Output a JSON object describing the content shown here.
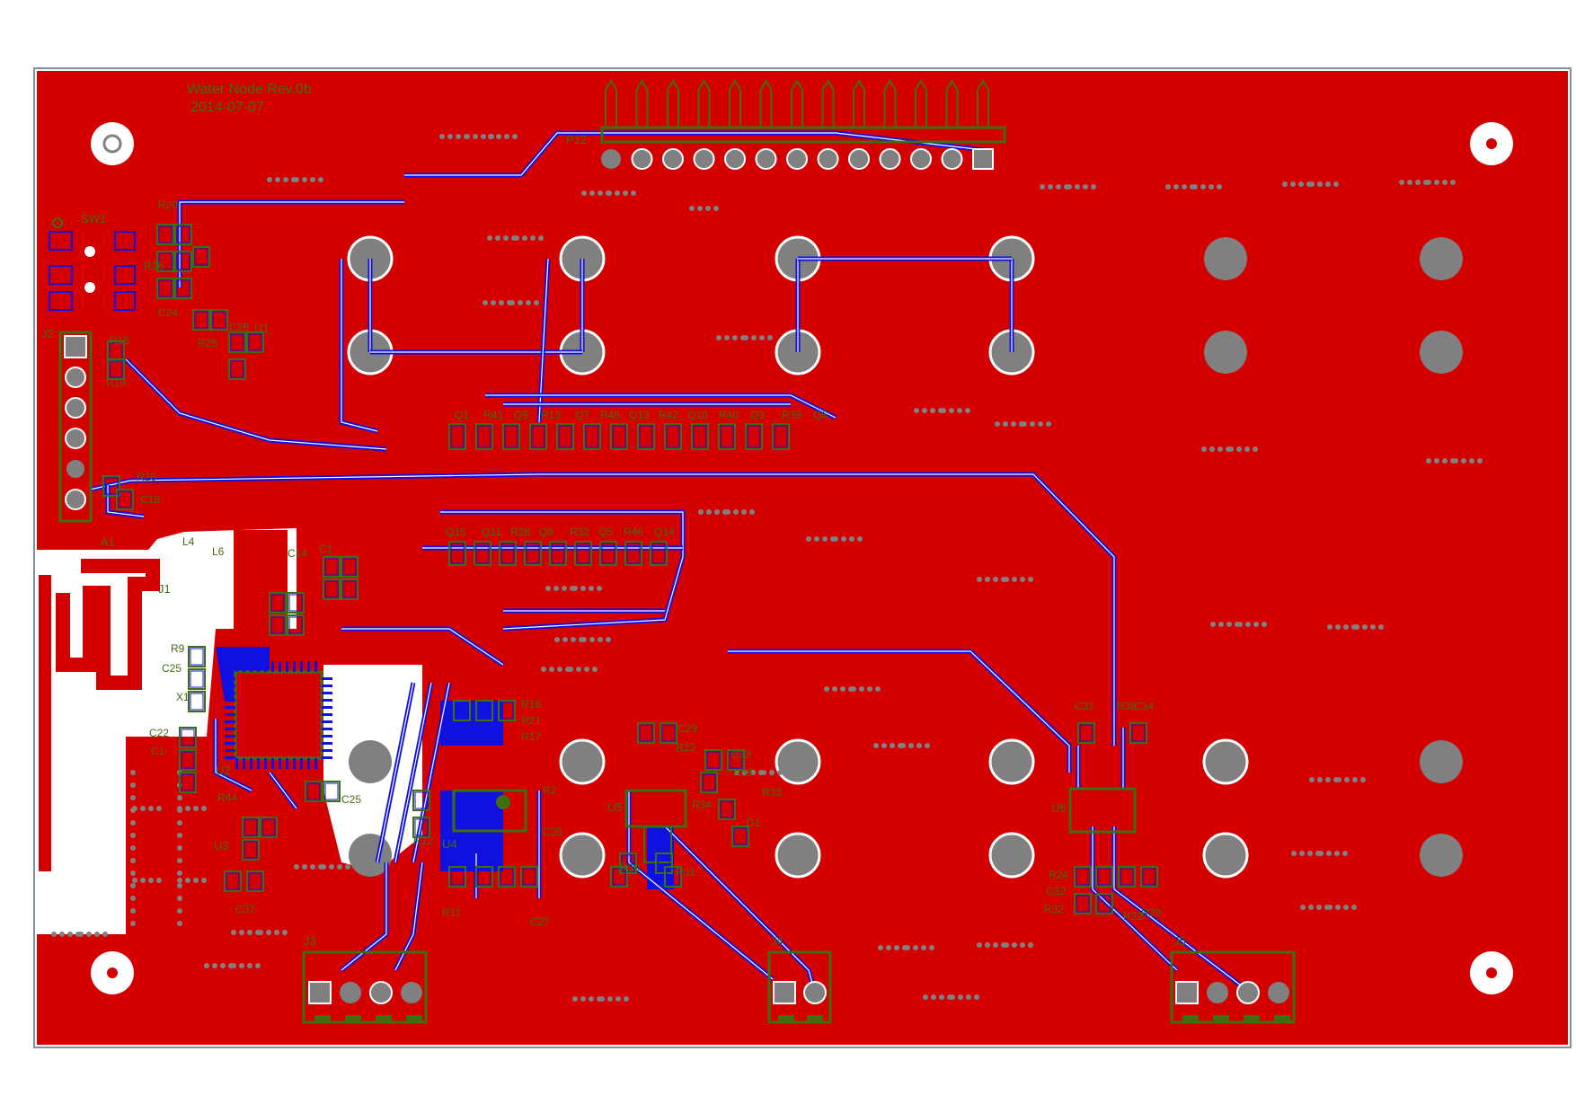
{
  "board": {
    "title_line1": "Water Node Rev.0b",
    "title_line2": "2014-07-07"
  },
  "colors": {
    "copper_top": "#d40000",
    "trace_bottom": "#1010e0",
    "silkscreen": "#3e6e10",
    "pad": "#808080",
    "outline": "#8090a0"
  },
  "connectors": {
    "p12": "P12",
    "j3": "J3",
    "j4": "J4",
    "j5": "J5",
    "j2": "J2",
    "j1": "J1",
    "sw1": "SW1"
  },
  "chips": {
    "u1": "U1",
    "u2": "U2",
    "u3": "U3",
    "u4": "U4",
    "u5": "U5",
    "u6": "U6",
    "d1": "D1",
    "a1": "A1"
  },
  "labels": [
    "R20",
    "R26",
    "C24",
    "C26",
    "R25",
    "R18",
    "R19",
    "R28",
    "C18",
    "Q1",
    "R41",
    "Q9",
    "R13",
    "Q7",
    "R45",
    "Q13",
    "R42",
    "Q10",
    "R40",
    "Q3",
    "R39",
    "Q6",
    "Q15",
    "Q11",
    "R28",
    "Q8",
    "R32",
    "Q5",
    "R46",
    "Q14",
    "L4",
    "L6",
    "C14",
    "C1",
    "R9",
    "C25",
    "X1",
    "C22",
    "C1",
    "R44",
    "C25",
    "C37",
    "R16",
    "R21",
    "R17",
    "R12",
    "R11",
    "C27",
    "C35",
    "R2",
    "C29",
    "R23",
    "C33",
    "R35",
    "R33",
    "R34",
    "R30",
    "R31",
    "C31",
    "R38",
    "C34",
    "R24",
    "C32",
    "R32",
    "R29",
    "R22"
  ]
}
